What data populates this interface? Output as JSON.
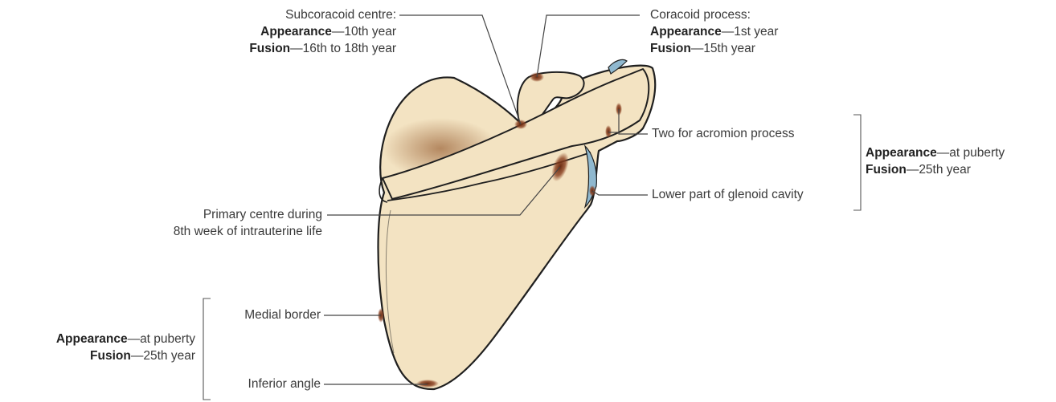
{
  "colors": {
    "bone_fill": "#f3e3c2",
    "bone_outline": "#1f1f1f",
    "ossification_centre": "#7a3518",
    "shadow": "#b98f6a",
    "articular_cartilage": "#8fb8cf",
    "leader_line": "#444444"
  },
  "labels": {
    "subcoracoid": {
      "title": "Subcoracoid centre:",
      "appearance_key": "Appearance",
      "appearance_val": "—10th year",
      "fusion_key": "Fusion",
      "fusion_val": "—16th to 18th year"
    },
    "coracoid": {
      "title": "Coracoid process:",
      "appearance_key": "Appearance",
      "appearance_val": "—1st year",
      "fusion_key": "Fusion",
      "fusion_val": "—15th year"
    },
    "acromion": "Two for acromion process",
    "glenoid": "Lower part of glenoid cavity",
    "right_group": {
      "appearance_key": "Appearance",
      "appearance_val": "—at puberty",
      "fusion_key": "Fusion",
      "fusion_val": "—25th year"
    },
    "primary": {
      "line1": "Primary centre during",
      "line2": "8th week of intrauterine life"
    },
    "medial_border": "Medial border",
    "inferior_angle": "Inferior angle",
    "left_group": {
      "appearance_key": "Appearance",
      "appearance_val": "—at puberty",
      "fusion_key": "Fusion",
      "fusion_val": "—25th year"
    }
  }
}
